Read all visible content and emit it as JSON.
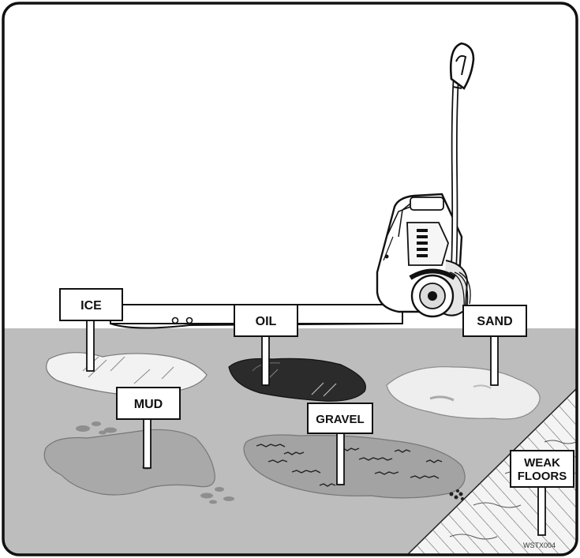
{
  "signs": {
    "ice": "ICE",
    "oil": "OIL",
    "sand": "SAND",
    "mud": "MUD",
    "gravel": "GRAVEL",
    "weak_line1": "WEAK",
    "weak_line2": "FLOORS"
  },
  "figure_code": "WSTX004",
  "colors": {
    "floor": "#bdbdbd",
    "ice": "#f2f2f2",
    "oil": "#2b2b2b",
    "sand": "#eeeeee",
    "mud": "#a9a9a9",
    "gravel": "#a3a3a3",
    "outline": "#111111"
  }
}
